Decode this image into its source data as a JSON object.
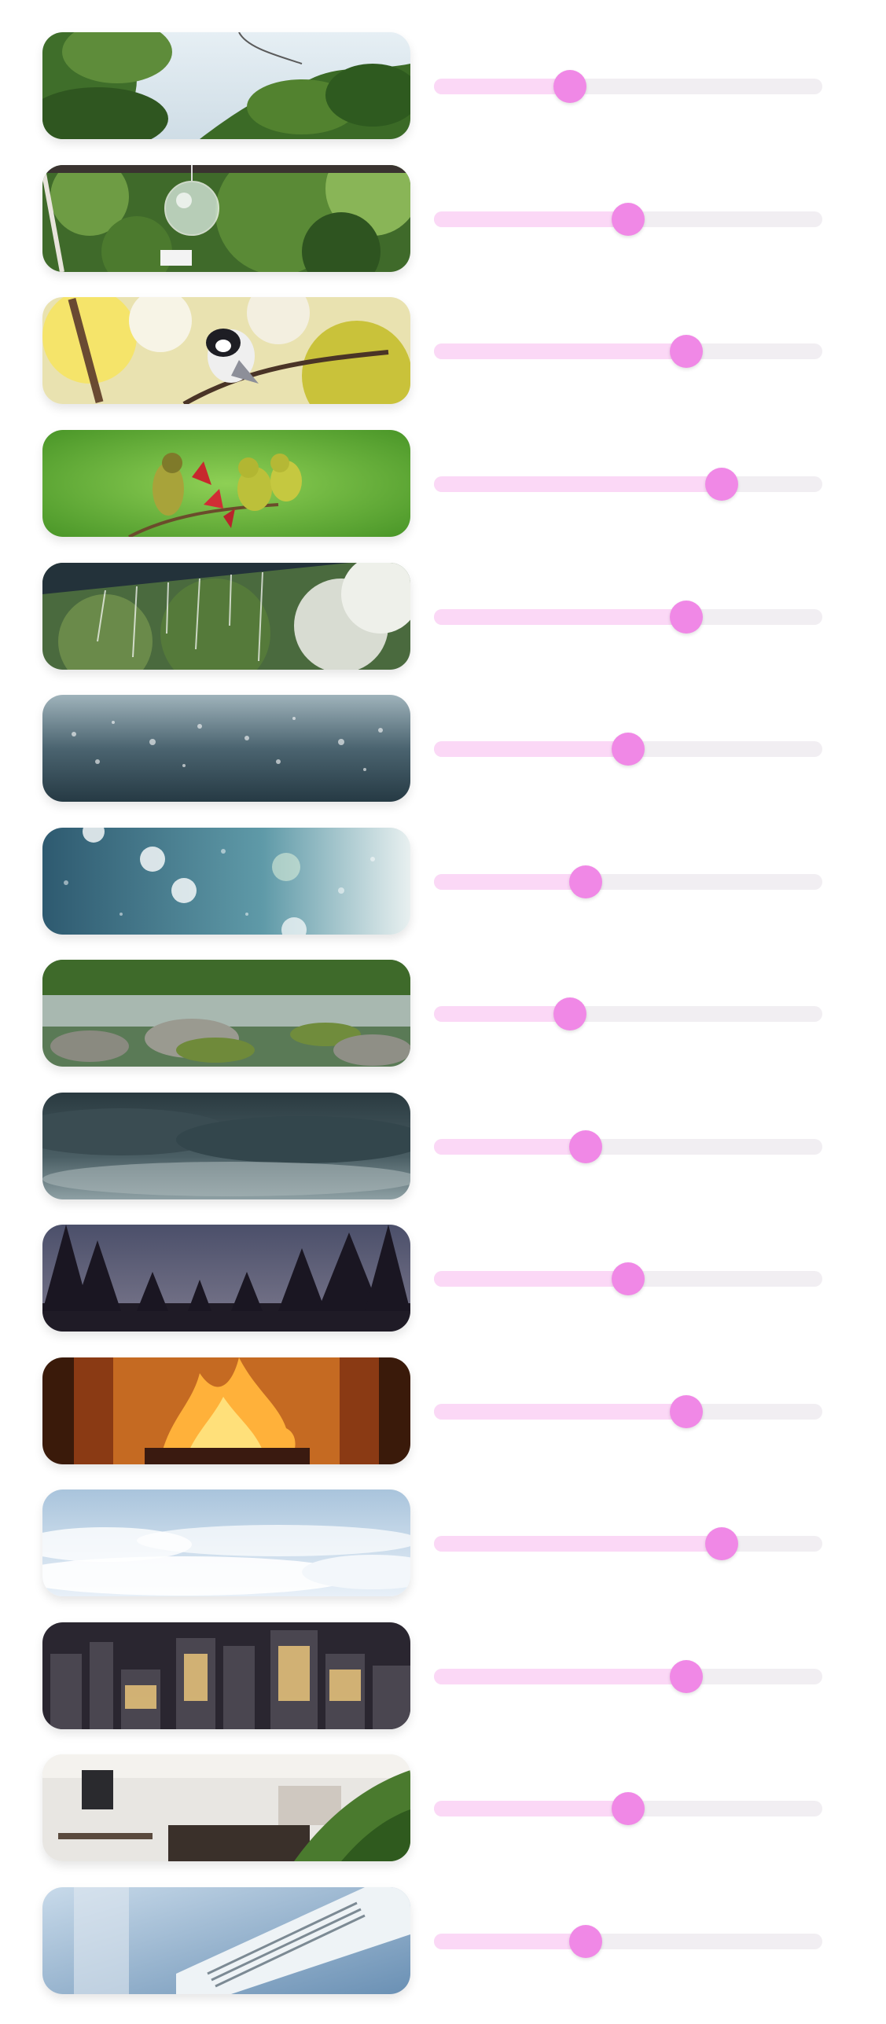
{
  "accent_color": "#f088e6",
  "fill_color": "#fbd8f6",
  "track_color": "#f1eef2",
  "sounds": [
    {
      "scene": "forest-canopy",
      "volume": 0.35
    },
    {
      "scene": "wind-chime",
      "volume": 0.5
    },
    {
      "scene": "songbird",
      "volume": 0.65
    },
    {
      "scene": "birds-chirping",
      "volume": 0.74
    },
    {
      "scene": "rain-on-roof",
      "volume": 0.65
    },
    {
      "scene": "heavy-rain",
      "volume": 0.5
    },
    {
      "scene": "rain-on-window",
      "volume": 0.39
    },
    {
      "scene": "stream",
      "volume": 0.35
    },
    {
      "scene": "thunderstorm",
      "volume": 0.39
    },
    {
      "scene": "night-forest",
      "volume": 0.5
    },
    {
      "scene": "fireplace",
      "volume": 0.65
    },
    {
      "scene": "clouds-wind",
      "volume": 0.74
    },
    {
      "scene": "city-night",
      "volume": 0.65
    },
    {
      "scene": "cafe",
      "volume": 0.5
    },
    {
      "scene": "air-conditioner",
      "volume": 0.39
    }
  ]
}
